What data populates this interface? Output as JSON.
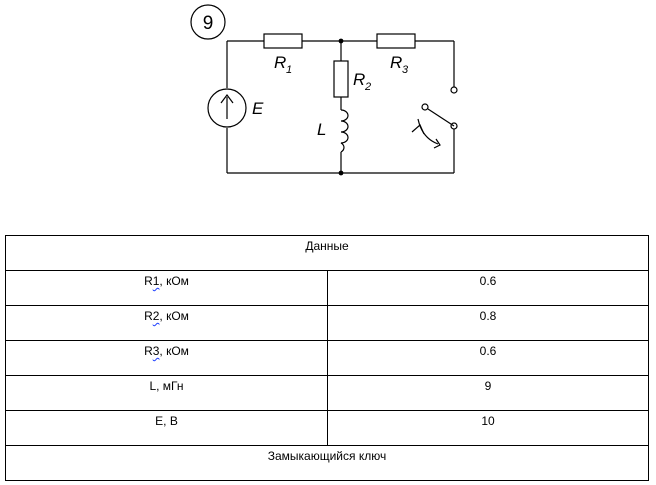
{
  "variant": "9",
  "circuit": {
    "labels": {
      "r1": "R",
      "r1_sub": "1",
      "r2": "R",
      "r2_sub": "2",
      "r3": "R",
      "r3_sub": "3",
      "l": "L",
      "e": "E"
    }
  },
  "table": {
    "header": "Данные",
    "rows": [
      {
        "label_main": "R",
        "label_sub": "1",
        "label_rest": ", кОм",
        "value": "0.6"
      },
      {
        "label_main": "R",
        "label_sub": "2",
        "label_rest": ", кОм",
        "value": "0.8"
      },
      {
        "label_main": "R",
        "label_sub": "3",
        "label_rest": ", кОм",
        "value": "0.6"
      },
      {
        "label_main": "L, мГн",
        "label_sub": "",
        "label_rest": "",
        "value": "9"
      },
      {
        "label_main": "E, В",
        "label_sub": "",
        "label_rest": "",
        "value": "10"
      }
    ],
    "footer": "Замыкающийся ключ"
  }
}
